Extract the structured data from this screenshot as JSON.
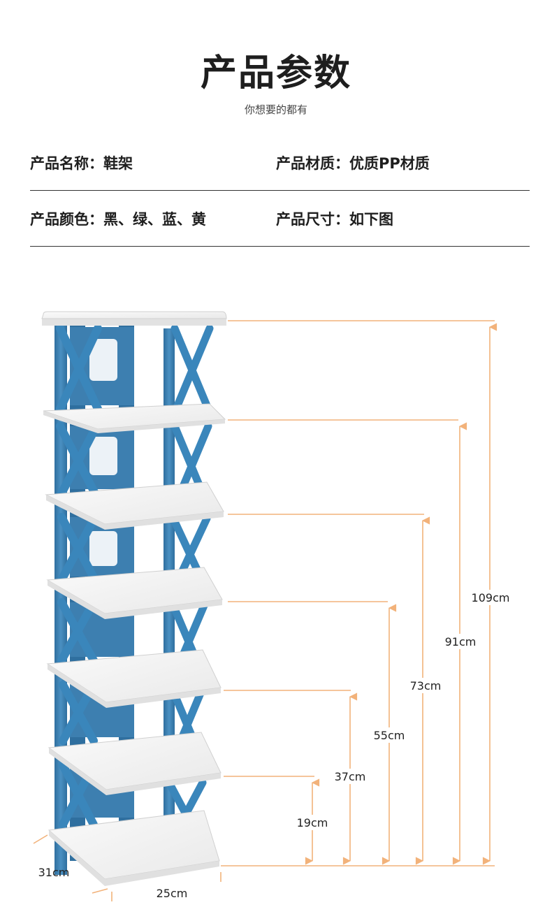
{
  "header": {
    "title": "产品参数",
    "subtitle": "你想要的都有"
  },
  "specs": {
    "name": "产品名称：鞋架",
    "material": "产品材质：优质PP材质",
    "color": "产品颜色：黑、绿、蓝、黄",
    "size": "产品尺寸：如下图"
  },
  "diagram": {
    "accent_color": "#f2b27a",
    "frame_color": "#3a7fb0",
    "shelf_color": "#f4f4f4",
    "heights": [
      "109cm",
      "91cm",
      "73cm",
      "55cm",
      "37cm",
      "19cm"
    ],
    "depth": "31cm",
    "width": "25cm"
  }
}
